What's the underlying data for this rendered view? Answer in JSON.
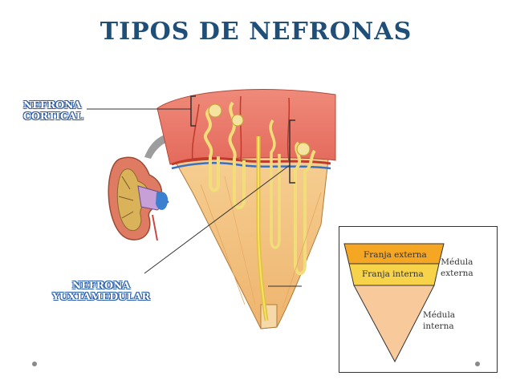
{
  "title": "TIPOS DE NEFRONAS",
  "labels": {
    "cortical": [
      "NEFRONA",
      "CORTICAL"
    ],
    "yuxtamedular": [
      "NEFRONA",
      "YUXTAMEDULAR"
    ]
  },
  "inset": {
    "franja_externa": "Franja externa",
    "franja_interna": "Franja interna",
    "medula_externa": [
      "Médula",
      "externa"
    ],
    "medula_interna": [
      "Médula",
      "interna"
    ]
  },
  "colors": {
    "title": "#1f4e79",
    "label_outline": "#2e5fa8",
    "cortex": "#e8796b",
    "medulla": "#f3c07f",
    "franja_externa": "#f5a623",
    "franja_interna": "#f7d34a",
    "medula_interna": "#f8c99a"
  }
}
